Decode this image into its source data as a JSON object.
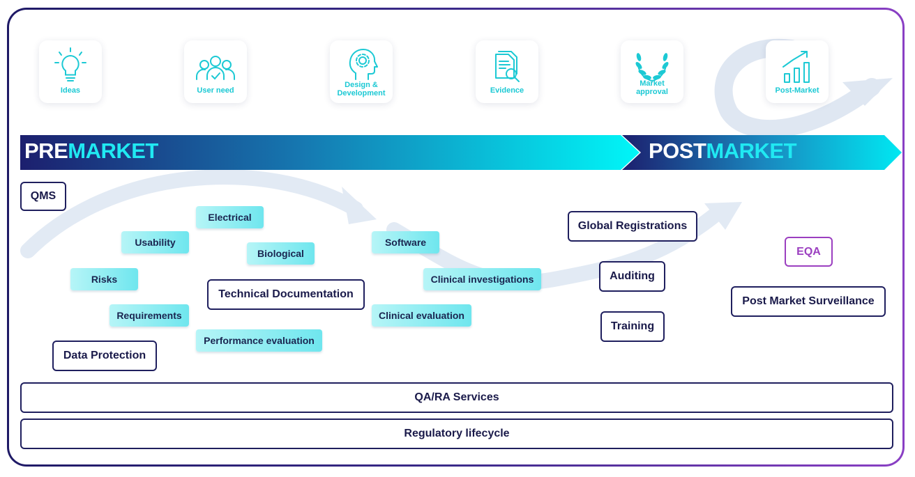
{
  "icons": [
    {
      "id": "ideas",
      "label": "Ideas"
    },
    {
      "id": "user-need",
      "label": "User need"
    },
    {
      "id": "design",
      "label": "Design & Development"
    },
    {
      "id": "evidence",
      "label": "Evidence"
    },
    {
      "id": "market-approval",
      "label": "Market approval"
    },
    {
      "id": "post-market",
      "label": "Post-Market"
    }
  ],
  "phases": {
    "pre": {
      "part1": "PRE",
      "part2": "MARKET"
    },
    "post": {
      "part1": "POST",
      "part2": "MARKET"
    }
  },
  "boxes": {
    "qms": "QMS",
    "technical_documentation": "Technical Documentation",
    "data_protection": "Data Protection",
    "global_registrations": "Global Registrations",
    "auditing": "Auditing",
    "training": "Training",
    "eqa": "EQA",
    "post_market_surveillance": "Post Market Surveillance"
  },
  "chips": {
    "electrical": "Electrical",
    "usability": "Usability",
    "biological": "Biological",
    "risks": "Risks",
    "requirements": "Requirements",
    "performance_evaluation": "Performance evaluation",
    "software": "Software",
    "clinical_investigations": "Clinical investigations",
    "clinical_evaluation": "Clinical evaluation"
  },
  "footer": {
    "qa_ra": "QA/RA Services",
    "lifecycle": "Regulatory lifecycle"
  },
  "colors": {
    "navy": "#1f1f5e",
    "cyan": "#20e9f2",
    "accent_purple": "#9b3fc0",
    "bar_start": "#1c1f6e",
    "bar_end": "#00f0f5"
  }
}
